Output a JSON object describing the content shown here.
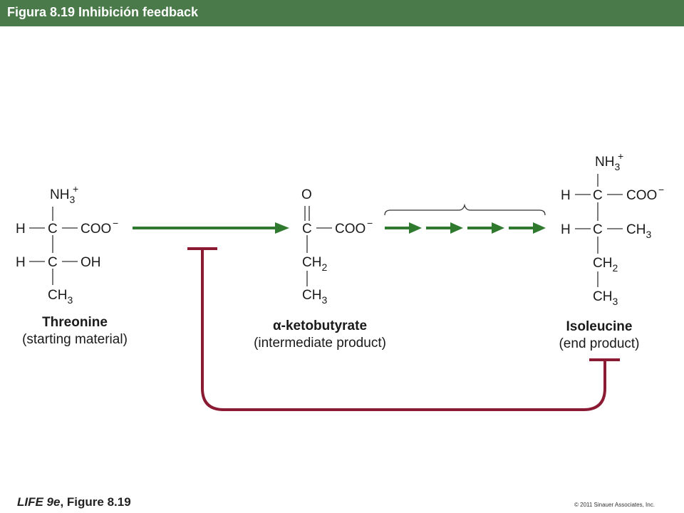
{
  "header": {
    "title": "Figura 8.19  Inhibición feedback"
  },
  "colors": {
    "header_bg": "#4a7a4a",
    "pathway_arrow": "#2f7a2f",
    "inhibition_line": "#8b1a33",
    "bond": "#333333",
    "text": "#1a1a1a"
  },
  "atoms": {
    "H": "H",
    "C": "C",
    "O": "O",
    "OH": "OH",
    "NH": "NH",
    "three": "3",
    "plus": "+",
    "COO": "COO",
    "minus": "−",
    "CH": "CH",
    "two": "2"
  },
  "molecules": {
    "threonine": {
      "name": "Threonine",
      "role": "(starting material)"
    },
    "ketobutyrate": {
      "alpha": "α",
      "name": "-ketobutyrate",
      "role": "(intermediate product)"
    },
    "isoleucine": {
      "name": "Isoleucine",
      "role": "(end product)"
    }
  },
  "footer": {
    "book_italic": "LIFE 9e",
    "book_rest": ", Figure 8.19",
    "copyright": "© 2011 Sinauer Associates, Inc."
  }
}
